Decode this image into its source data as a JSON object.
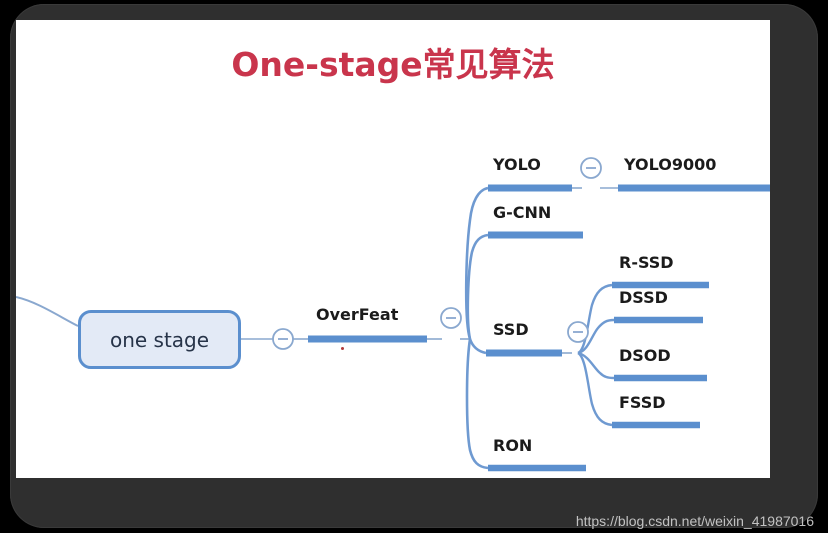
{
  "slide": {
    "title": "One-stage常见算法",
    "title_color": "#c9354c",
    "background": "#ffffff",
    "frame_color": "#2f2f2f"
  },
  "mindmap": {
    "accent_color": "#5b8fce",
    "bar_color": "#5b8fce",
    "root": {
      "label": "one stage",
      "fill": "#e3eaf6",
      "border": "#5b8fce"
    },
    "toggles": [
      {
        "name": "toggle-root",
        "state": "minus"
      },
      {
        "name": "toggle-overfeat",
        "state": "minus"
      },
      {
        "name": "toggle-yolo",
        "state": "minus"
      },
      {
        "name": "toggle-ssd",
        "state": "minus"
      }
    ],
    "branches": [
      {
        "label": "OverFeat",
        "level": 1
      },
      {
        "label": "YOLO",
        "level": 2
      },
      {
        "label": "YOLO9000",
        "level": 3
      },
      {
        "label": "G-CNN",
        "level": 2
      },
      {
        "label": "SSD",
        "level": 2
      },
      {
        "label": "R-SSD",
        "level": 3
      },
      {
        "label": "DSSD",
        "level": 3
      },
      {
        "label": "DSOD",
        "level": 3
      },
      {
        "label": "FSSD",
        "level": 3
      },
      {
        "label": "RON",
        "level": 2
      }
    ]
  },
  "watermark": {
    "text": "https://blog.csdn.net/weixin_41987016"
  }
}
